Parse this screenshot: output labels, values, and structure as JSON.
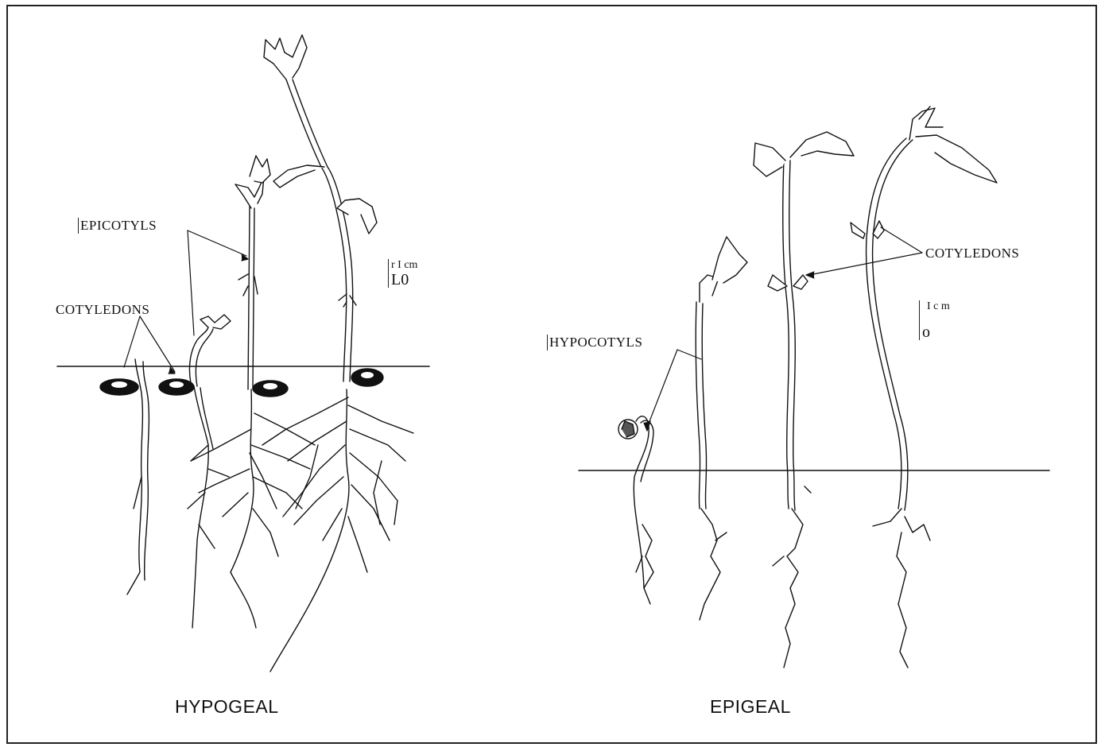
{
  "panels": {
    "hypogeal": {
      "title": "HYPOGEAL",
      "labels": {
        "epicotyls": "EPICOTYLS",
        "cotyledons": "COTYLEDONS"
      },
      "scale": {
        "top": "r I cm",
        "bottom": "L0"
      }
    },
    "epigeal": {
      "title": "EPIGEAL",
      "labels": {
        "hypocotyls": "HYPOCOTYLS",
        "cotyledons": "COTYLEDONS"
      },
      "scale": {
        "top": "I c m",
        "bottom": "o"
      }
    }
  }
}
